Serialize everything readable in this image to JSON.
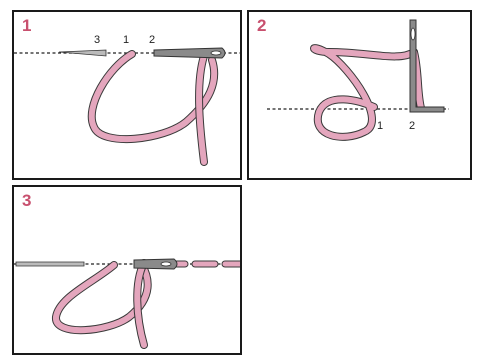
{
  "panels": [
    {
      "step": "1",
      "labels": [
        "3",
        "1",
        "2"
      ]
    },
    {
      "step": "2",
      "labels": [
        "1",
        "2"
      ]
    },
    {
      "step": "3"
    }
  ],
  "colors": {
    "thread": "#e4a6bd",
    "thread_outline": "#3a3a3a",
    "step_number": "#c8506e",
    "needle": "#8a8a8a"
  }
}
